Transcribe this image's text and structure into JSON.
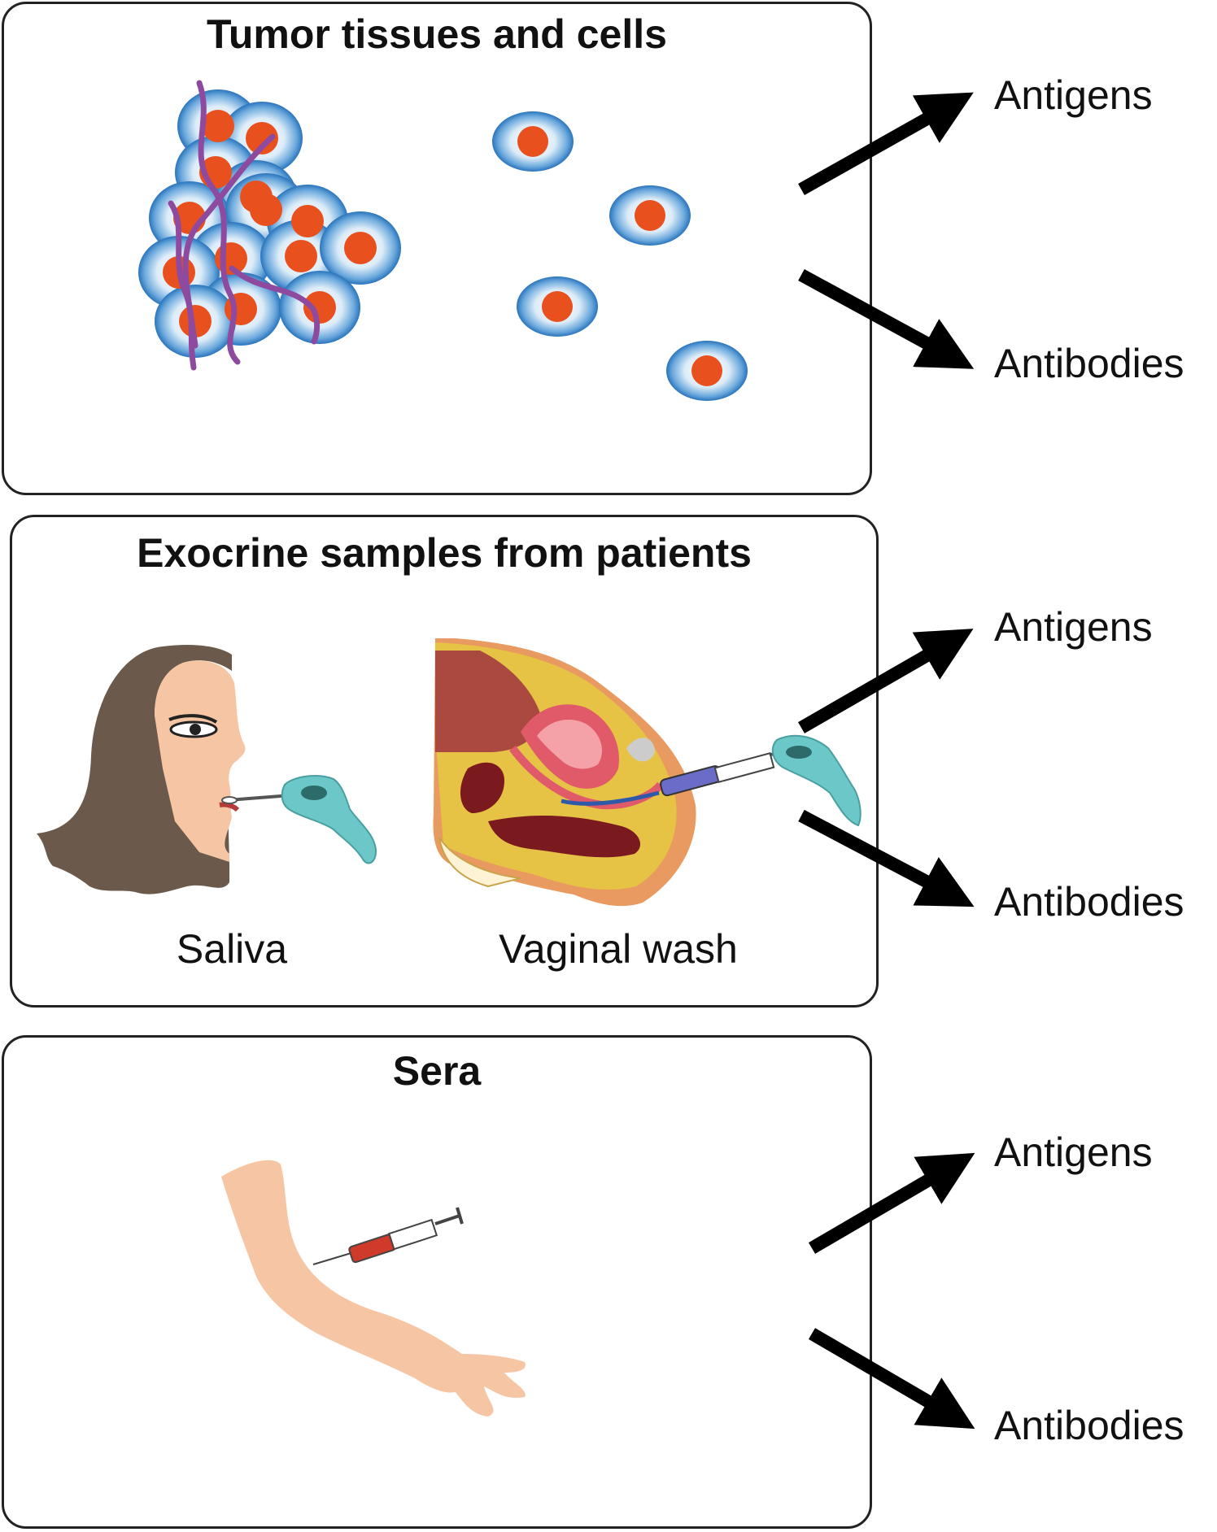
{
  "panels": {
    "tumor": {
      "title": "Tumor tissues and cells"
    },
    "exocrine": {
      "title": "Exocrine samples from patients",
      "saliva_label": "Saliva",
      "vaginal_label": "Vaginal wash"
    },
    "sera": {
      "title": "Sera"
    }
  },
  "outputs": {
    "antigens": "Antigens",
    "antibodies": "Antibodies"
  },
  "colors": {
    "cell_nucleus": "#e8501e",
    "cell_membrane": "#3a86c8",
    "fiber": "#8e4a9e",
    "hair": "#6b5a4c",
    "skin": "#f6c6a4",
    "glove": "#6cc8c8",
    "arrow": "#000000"
  },
  "icons": [
    "tumor-cell-cluster-icon",
    "single-cell-icon",
    "face-swab-icon",
    "pelvic-section-icon",
    "arm-syringe-icon",
    "arrow-icon"
  ]
}
